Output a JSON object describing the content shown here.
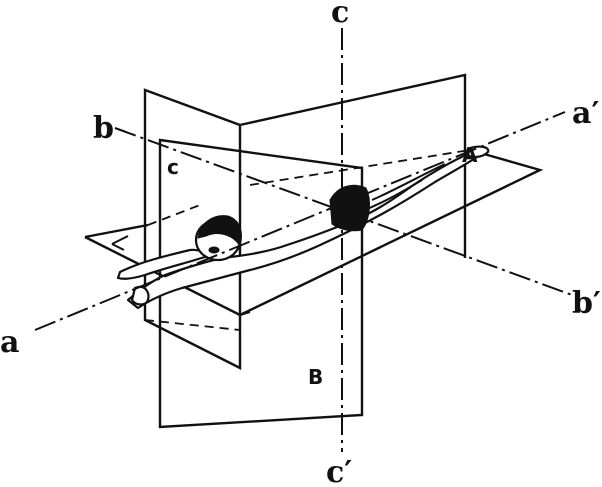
{
  "labels": {
    "c_top": "c",
    "c_bottom": "c′",
    "c_plane": "c",
    "b_left": "b",
    "b_right": "b′",
    "a_left": "a",
    "a_right": "a′",
    "plane_B": "B",
    "plane_A": "A"
  }
}
